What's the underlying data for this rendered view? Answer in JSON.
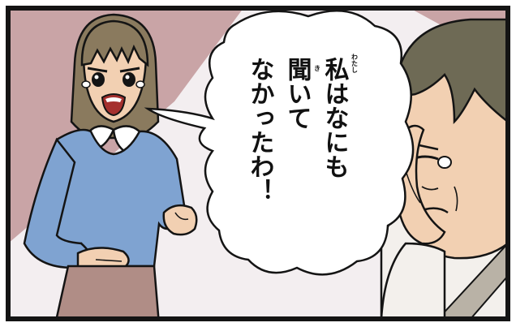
{
  "bubble": {
    "columns": [
      "私はなにも",
      "聞いて",
      "なかったわ！"
    ],
    "ruby": [
      "わたし",
      "き"
    ]
  },
  "colors": {
    "background_pink": "#c9a4a6",
    "background_light": "#f3eef0",
    "sweater": "#7fa3d1",
    "skirt": "#b08d86",
    "hair": "#8a7a5e",
    "skin": "#f2d0b2",
    "older_hair": "#6e6a55",
    "kimono": "#f3f0ec",
    "ink": "#141414"
  },
  "icons": [
    "speech-bubble",
    "teardrop-icon"
  ]
}
